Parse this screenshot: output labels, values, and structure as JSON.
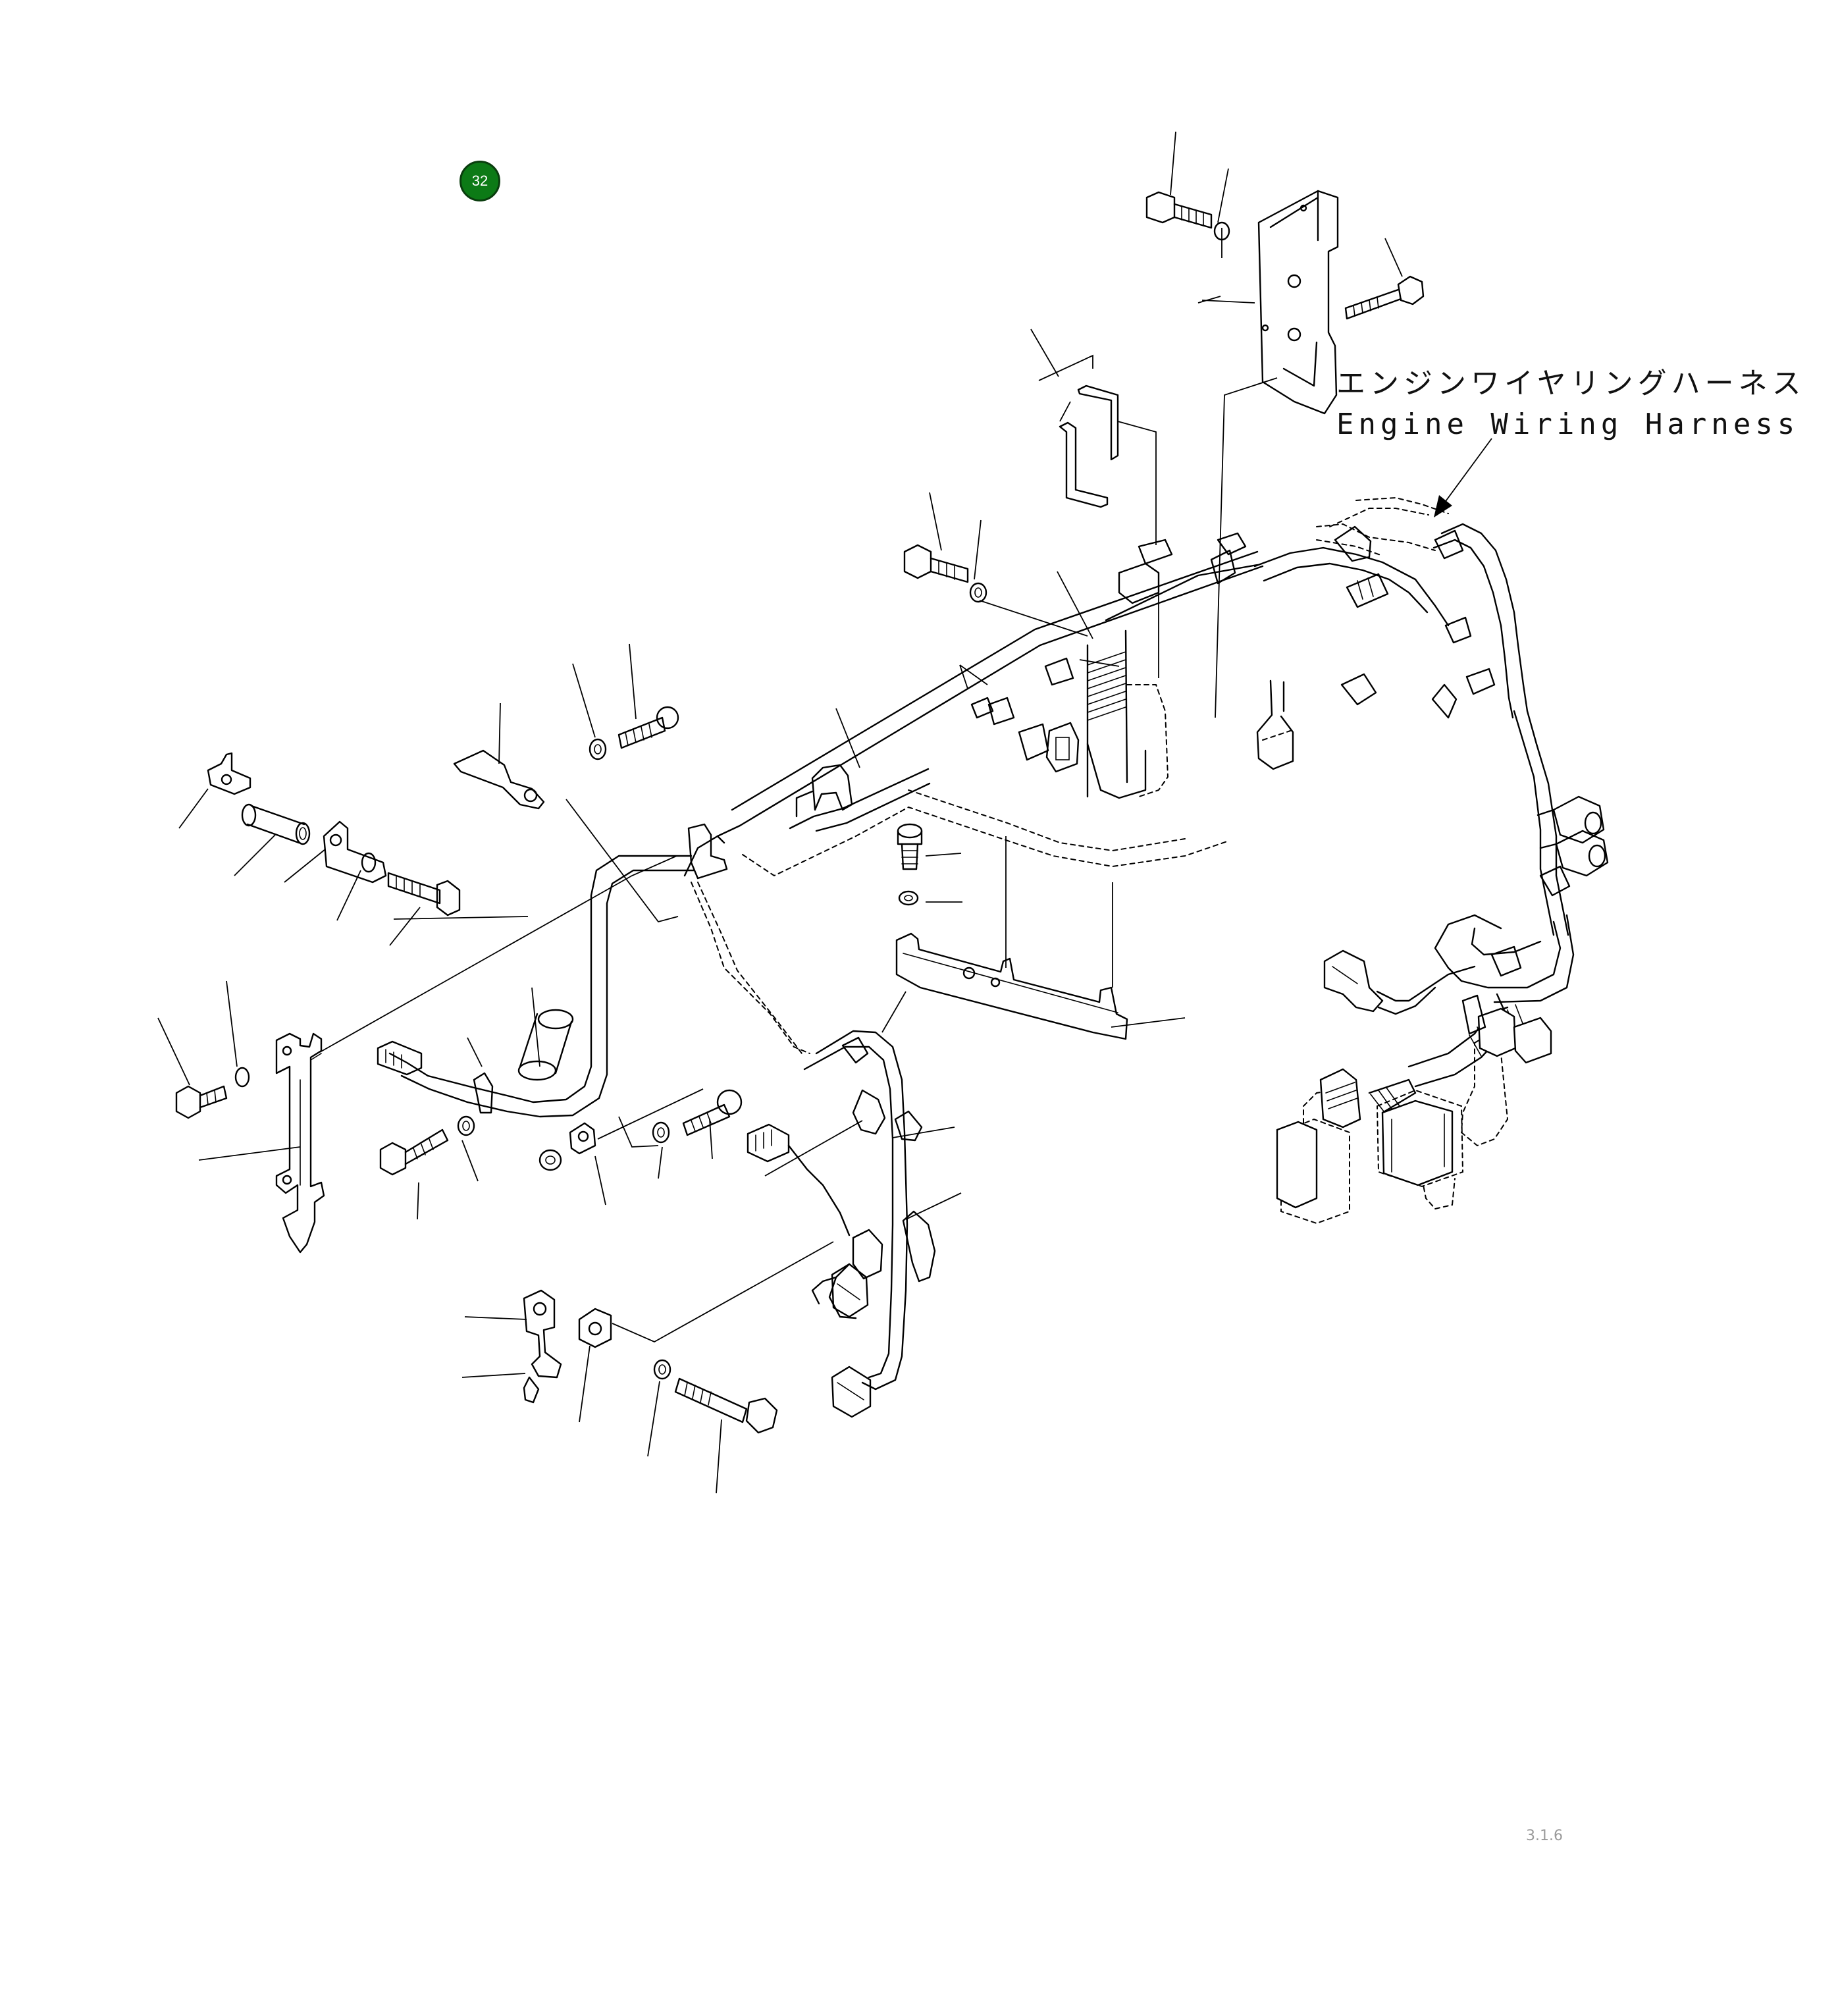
{
  "figure_badge": {
    "number": "32",
    "color": "#0c7a16"
  },
  "callout": {
    "line_ja": "エンジンワイヤリングハーネス",
    "line_en": "Engine Wiring Harness"
  },
  "page_code": "3.1.6",
  "colors": {
    "ink": "#000000",
    "badge": "#0c7a16",
    "background": "#ffffff"
  }
}
